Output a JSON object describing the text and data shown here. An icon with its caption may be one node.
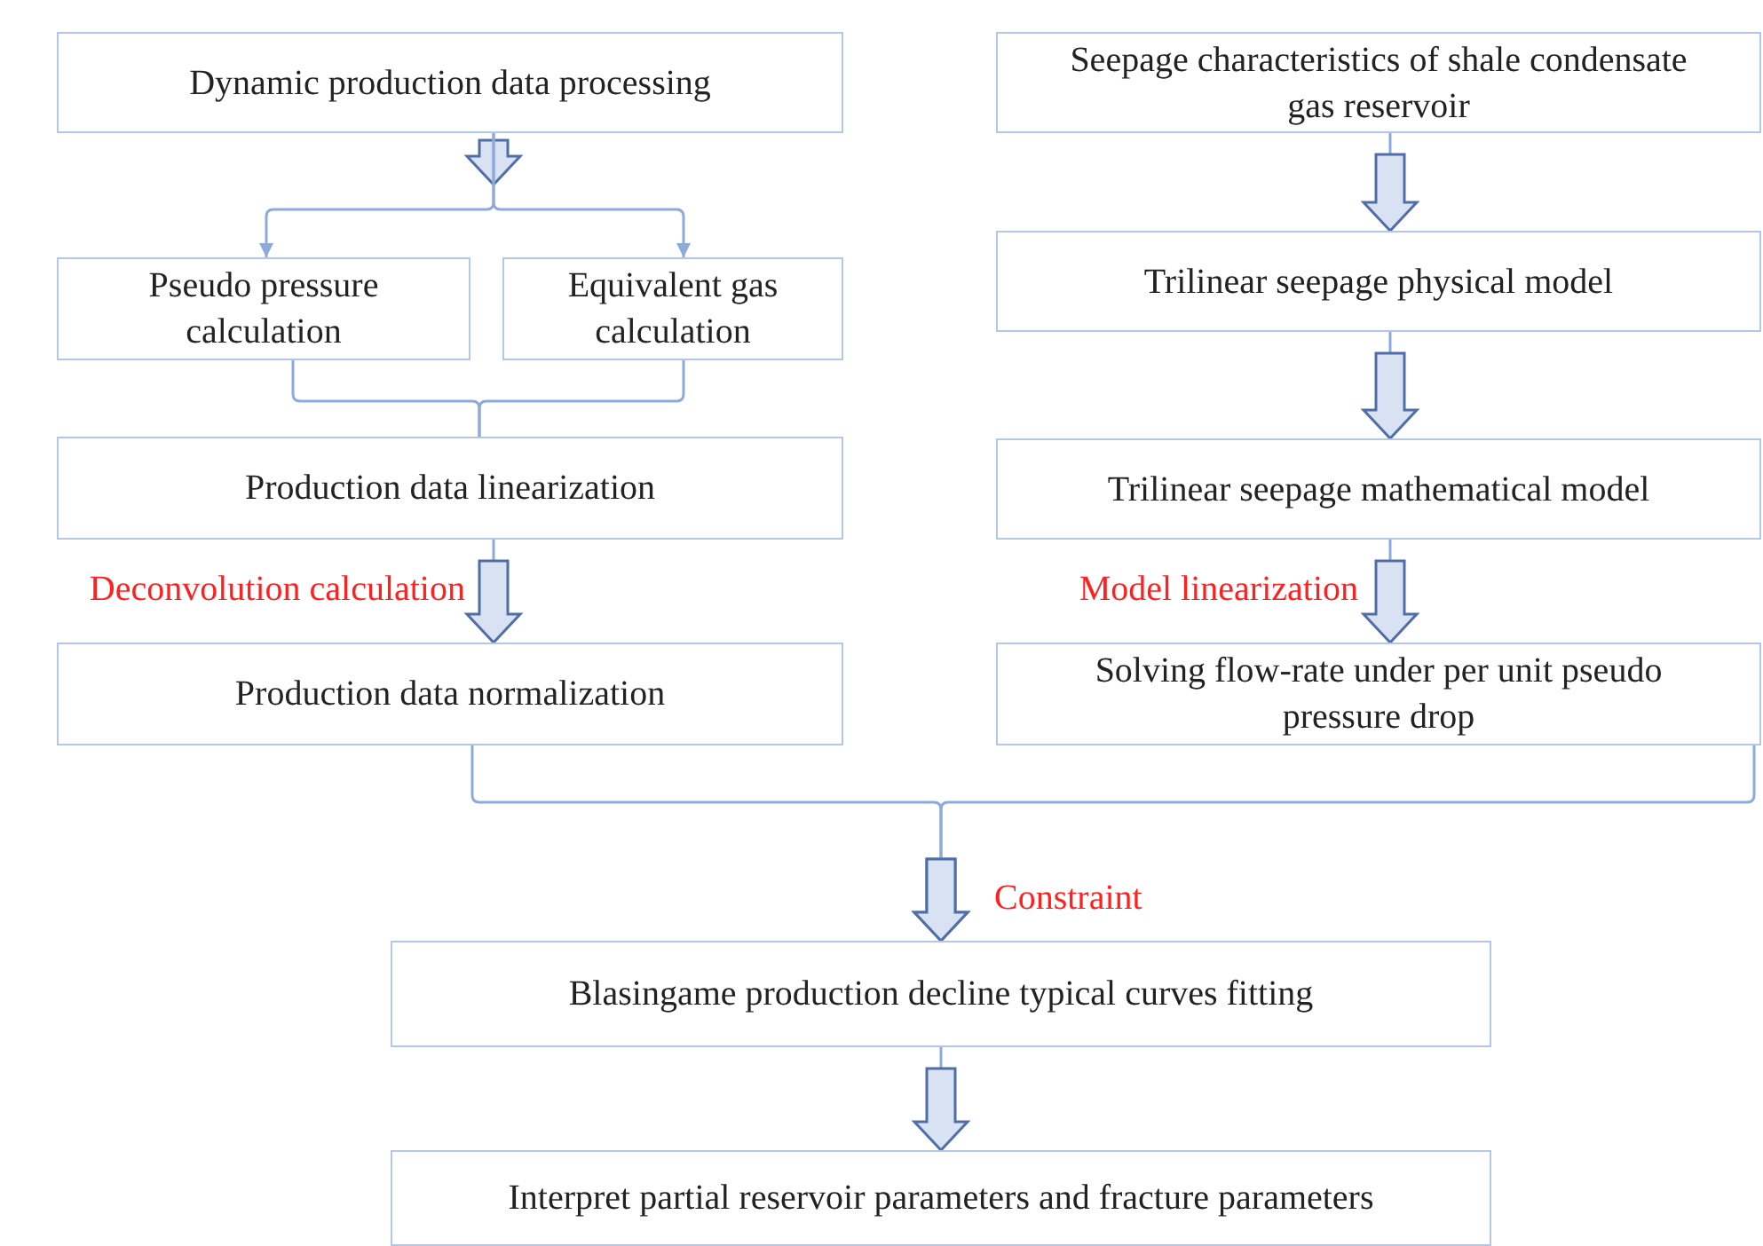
{
  "diagram": {
    "nodes": [
      {
        "text": [
          "Dynamic production data processing"
        ]
      },
      {
        "text": [
          "Pseudo pressure calculation"
        ]
      },
      {
        "text": [
          "Equivalent gas calculation"
        ]
      },
      {
        "text": [
          "Production data linearization"
        ]
      },
      {
        "text": [
          "Production data normalization"
        ]
      },
      {
        "text": [
          "Seepage characteristics of shale condensate gas reservoir"
        ]
      },
      {
        "text": [
          "Trilinear seepage physical model"
        ]
      },
      {
        "text": [
          "Trilinear seepage mathematical model"
        ]
      },
      {
        "text": [
          "Solving flow-rate under per unit pseudo pressure drop"
        ]
      },
      {
        "text": [
          "Blasingame production decline typical curves fitting"
        ]
      },
      {
        "text": [
          "Interpret partial reservoir parameters and fracture parameters"
        ]
      }
    ],
    "edges": [
      {
        "from": 0,
        "to": 1,
        "arrow": "to"
      },
      {
        "from": 0,
        "to": 2,
        "arrow": "to"
      },
      {
        "from": 1,
        "to": 3,
        "arrow": "none"
      },
      {
        "from": 2,
        "to": 3,
        "arrow": "none"
      },
      {
        "from": 3,
        "to": 4,
        "arrow": "to",
        "label": "Deconvolution calculation"
      },
      {
        "from": 5,
        "to": 6,
        "arrow": "to"
      },
      {
        "from": 6,
        "to": 7,
        "arrow": "to"
      },
      {
        "from": 7,
        "to": 8,
        "arrow": "to",
        "label": "Model linearization"
      },
      {
        "from": 4,
        "to": 9,
        "arrow": "to",
        "label": "Constraint"
      },
      {
        "from": 8,
        "to": 9,
        "arrow": "to"
      },
      {
        "from": 9,
        "to": 10,
        "arrow": "to"
      }
    ]
  }
}
